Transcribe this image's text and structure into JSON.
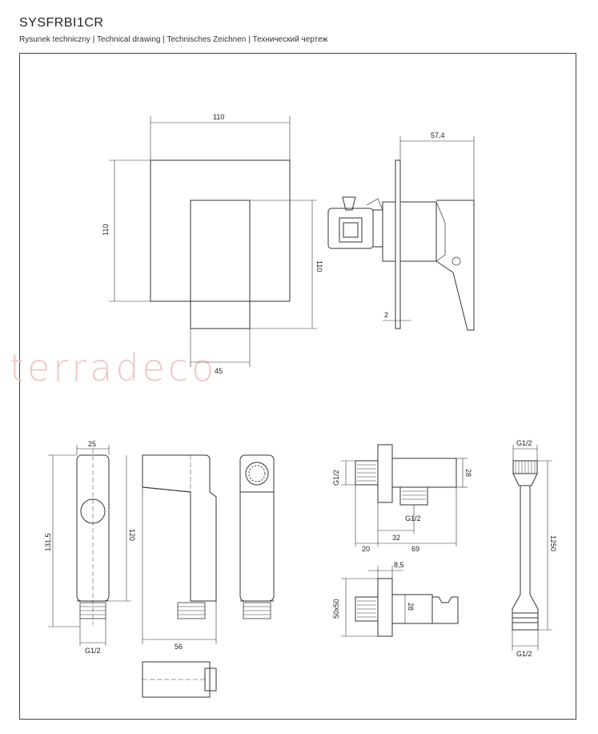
{
  "header": {
    "title": "SYSFRBI1CR",
    "subtitle": "Rysunek techniczny | Technical drawing | Technisches Zeichnen | Технический чертеж"
  },
  "watermark": "terradeco",
  "dimensions": {
    "front_width": "110",
    "front_height": "110",
    "handle_height": "110",
    "handle_width": "45",
    "side_depth": "57,4",
    "plate_thickness": "2",
    "spray_width": "25",
    "spray_total_height": "131,5",
    "spray_body_height": "120",
    "spray_thread_a": "G1/2",
    "spray_side_length": "56",
    "elbow_thread": "G1/2",
    "elbow_height": "28",
    "elbow_outlet": "G1/2",
    "elbow_inner": "32",
    "elbow_thread_len": "20",
    "elbow_total": "69",
    "holder_offset": "8,5",
    "holder_size": "50x50",
    "holder_height": "28",
    "hose_thread_top": "G1/2",
    "hose_length": "1250",
    "hose_thread_bottom": "G1/2"
  }
}
